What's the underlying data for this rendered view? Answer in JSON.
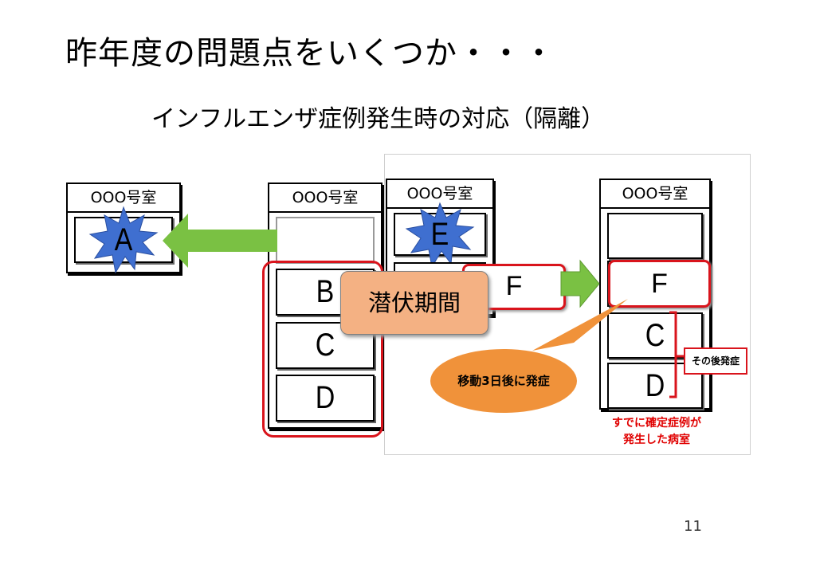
{
  "slide": {
    "title": "昨年度の問題点をいくつか・・・",
    "subtitle": "インフルエンザ症例発生時の対応（隔離）",
    "page_number": "11"
  },
  "rooms": {
    "header": "OOO号室"
  },
  "beds": {
    "a": "A",
    "b": "B",
    "c": "C",
    "d": "D",
    "e": "E",
    "f": "F"
  },
  "labels": {
    "latent_period": "潜伏期間",
    "moved_onset": "移動3日後に発症",
    "later_onset": "その後発症",
    "caption_line1": "すでに確定症例が",
    "caption_line2": "発生した病室"
  },
  "colors": {
    "arrow_green": "#7ac143",
    "infection_blue": "#3f6fd0",
    "alert_red": "#d9141c",
    "latent_fill": "#f4b183",
    "callout_orange": "#f0923a"
  }
}
